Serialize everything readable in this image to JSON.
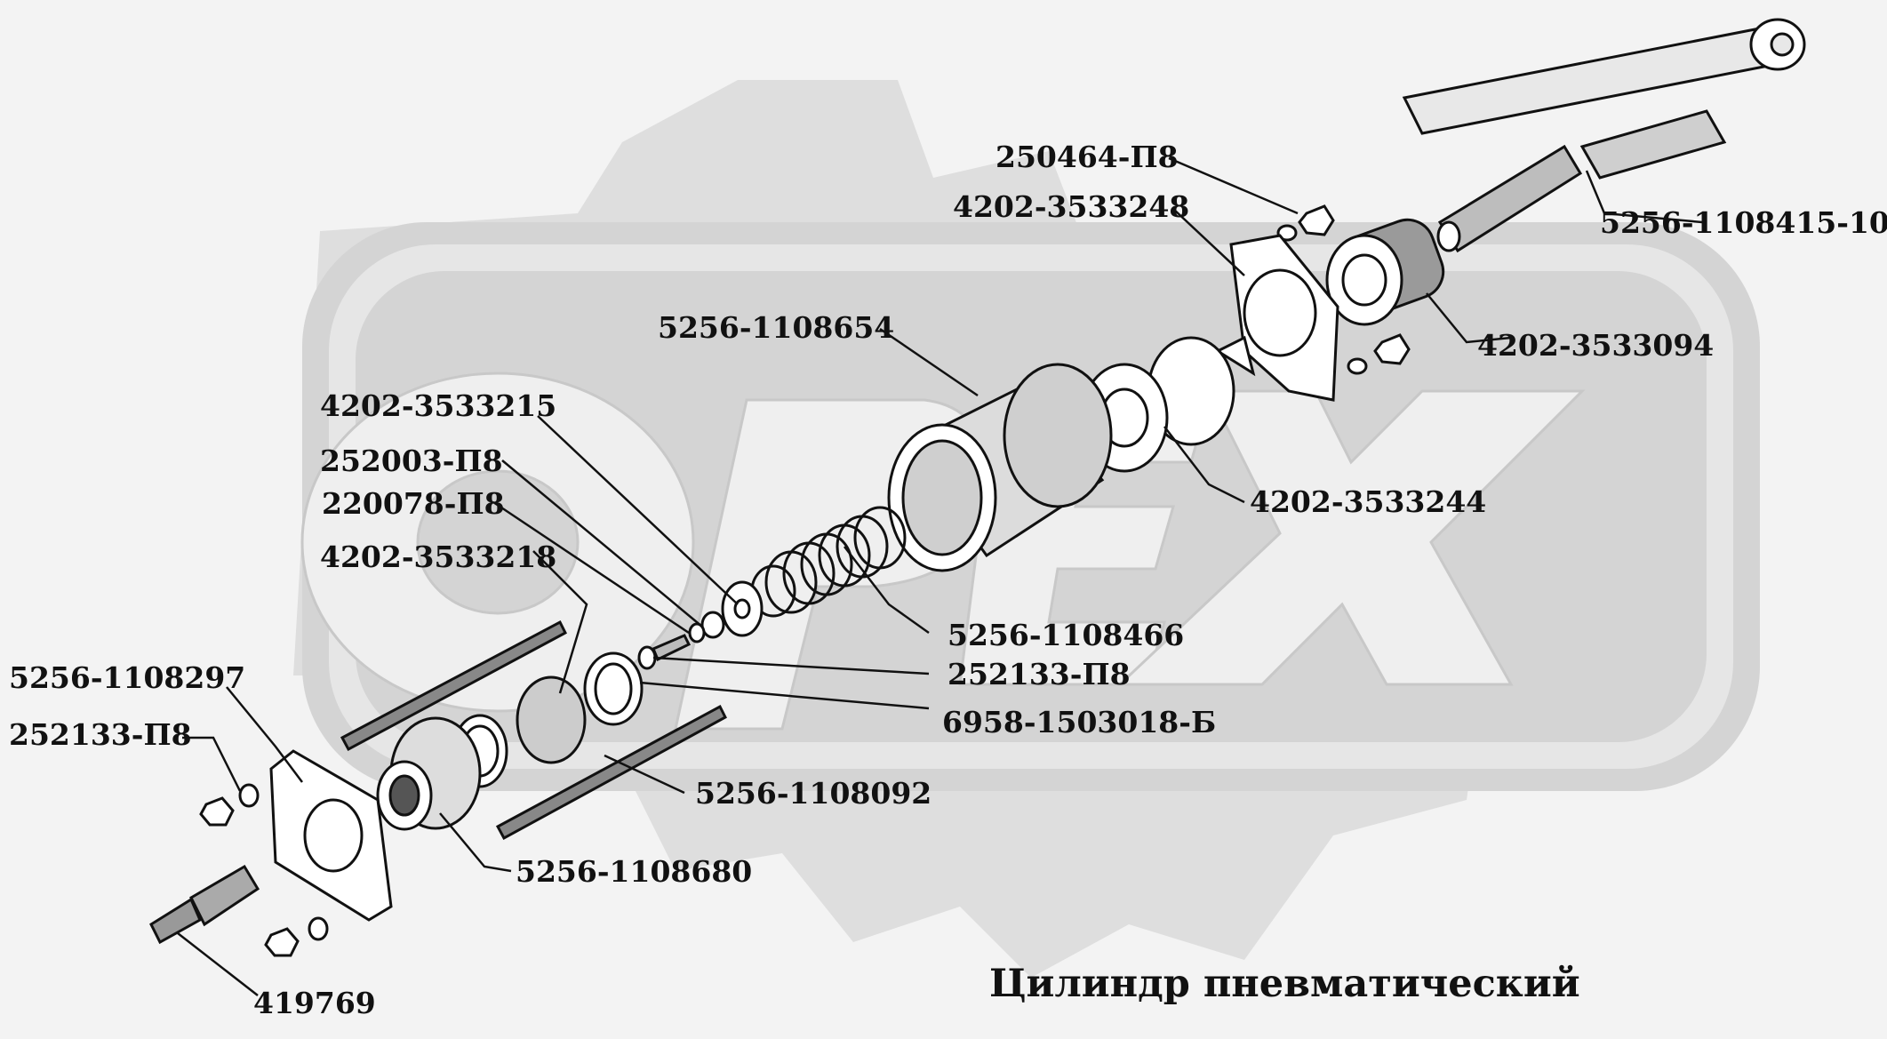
{
  "title": "Цилиндр пневматический",
  "watermark": "OPEX",
  "colors": {
    "background": "#f3f3f3",
    "watermark": "#dcdcdc",
    "ink": "#111111",
    "part_fill": "#ffffff"
  },
  "callouts": [
    {
      "id": "l1",
      "text": "250464-П8"
    },
    {
      "id": "l2",
      "text": "4202-3533248"
    },
    {
      "id": "l3",
      "text": "5256-1108415-10"
    },
    {
      "id": "l4",
      "text": "5256-1108654"
    },
    {
      "id": "l5",
      "text": "4202-3533094"
    },
    {
      "id": "l6",
      "text": "4202-3533215"
    },
    {
      "id": "l7",
      "text": "252003-П8"
    },
    {
      "id": "l8",
      "text": "220078-П8"
    },
    {
      "id": "l9",
      "text": "4202-3533244"
    },
    {
      "id": "l10",
      "text": "4202-3533218"
    },
    {
      "id": "l11",
      "text": "5256-1108466"
    },
    {
      "id": "l12",
      "text": "252133-П8"
    },
    {
      "id": "l13",
      "text": "5256-1108297"
    },
    {
      "id": "l14",
      "text": "6958-1503018-Б"
    },
    {
      "id": "l15",
      "text": "252133-П8"
    },
    {
      "id": "l16",
      "text": "5256-1108092"
    },
    {
      "id": "l17",
      "text": "5256-1108680"
    },
    {
      "id": "l18",
      "text": "419769"
    }
  ]
}
